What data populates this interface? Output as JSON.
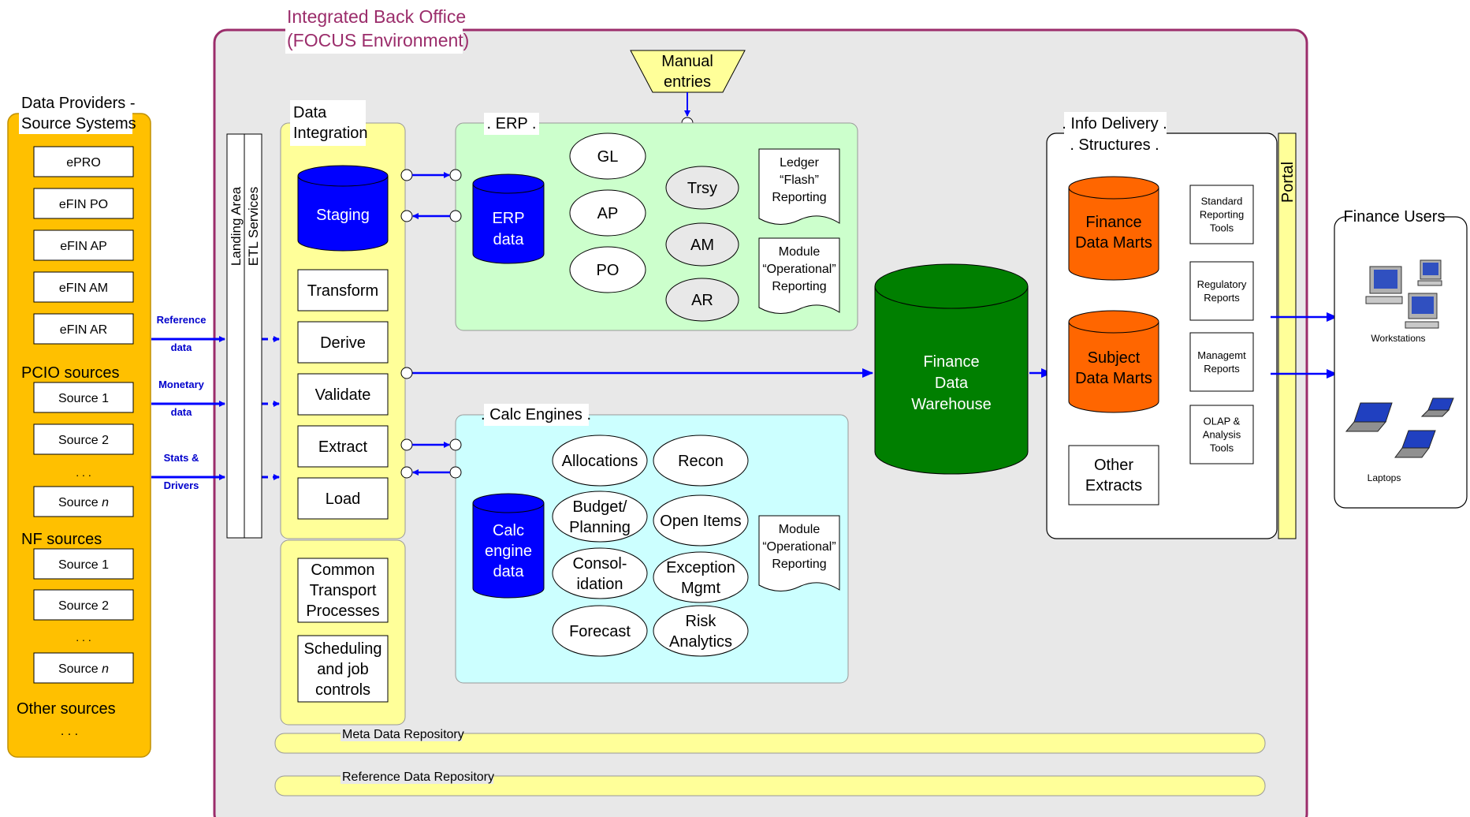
{
  "colors": {
    "frame": "#9b2d6b",
    "ibo_bg": "#e8e8e8",
    "providers_fill": "#ffc000",
    "providers_stroke": "#c09000",
    "light_yellow": "#ffff99",
    "erp_fill": "#ccffcc",
    "calc_fill": "#ccffff",
    "blue_db": "#0000ff",
    "orange_db": "#ff6600",
    "green_db": "#007f00",
    "arrow": "#0000ff",
    "link_blue": "#0000cc"
  },
  "ibo": {
    "title_line1": "Integrated Back Office",
    "title_line2": "(FOCUS Environment)"
  },
  "providers": {
    "title_line1": "Data Providers -",
    "title_line2": "Source Systems",
    "efin_items": [
      "ePRO",
      "eFIN PO",
      "eFIN AP",
      "eFIN AM",
      "eFIN AR"
    ],
    "pcio_label": "PCIO sources",
    "pcio_items": [
      {
        "text": "Source 1",
        "n": ""
      },
      {
        "text": "Source 2",
        "n": ""
      },
      {
        "text": "Source ",
        "n": "n"
      }
    ],
    "nf_label": "NF sources",
    "nf_items": [
      {
        "text": "Source 1",
        "n": ""
      },
      {
        "text": "Source 2",
        "n": ""
      },
      {
        "text": "Source ",
        "n": "n"
      }
    ],
    "ellipsis": ". . .",
    "other_label": "Other sources",
    "other_ellipsis": ". . ."
  },
  "feeds": [
    {
      "line1": "Reference",
      "line2": "data"
    },
    {
      "line1": "Monetary",
      "line2": "data"
    },
    {
      "line1": "Stats &",
      "line2": "Drivers"
    }
  ],
  "landing": {
    "col1": "Landing Area",
    "col2": "ETL Services"
  },
  "integration": {
    "title_line1": "Data",
    "title_line2": "Integration",
    "staging": "Staging",
    "steps": [
      "Transform",
      "Derive",
      "Validate",
      "Extract",
      "Load"
    ],
    "support_1": [
      "Common",
      "Transport",
      "Processes"
    ],
    "support_2": [
      "Scheduling",
      "and job",
      "controls"
    ]
  },
  "manual_entries": {
    "line1": "Manual",
    "line2": "entries"
  },
  "erp": {
    "title": ". ERP .",
    "db_line1": "ERP",
    "db_line2": "data",
    "modules_left": [
      "GL",
      "AP",
      "PO"
    ],
    "modules_right": [
      "Trsy",
      "AM",
      "AR"
    ],
    "doc1": [
      "Ledger",
      "“Flash”",
      "Reporting"
    ],
    "doc2": [
      "Module",
      "“Operational”",
      "Reporting"
    ]
  },
  "calc": {
    "title": ". Calc Engines .",
    "db_lines": [
      "Calc",
      "engine",
      "data"
    ],
    "left": [
      [
        "Allocations"
      ],
      [
        "Budget/",
        "Planning"
      ],
      [
        "Consol-",
        "idation"
      ],
      [
        "Forecast"
      ]
    ],
    "right": [
      [
        "Recon"
      ],
      [
        "Open Items"
      ],
      [
        "Exception",
        "Mgmt"
      ],
      [
        "Risk",
        "Analytics"
      ]
    ],
    "doc": [
      "Module",
      "“Operational”",
      "Reporting"
    ]
  },
  "warehouse": {
    "lines": [
      "Finance",
      "Data",
      "Warehouse"
    ]
  },
  "info_delivery": {
    "title_line1": ". Info Delivery .",
    "title_line2": ". Structures .",
    "mart1": [
      "Finance",
      "Data Marts"
    ],
    "mart2": [
      "Subject",
      "Data Marts"
    ],
    "other": [
      "Other",
      "Extracts"
    ],
    "tools": [
      [
        "Standard",
        "Reporting",
        "Tools"
      ],
      [
        "Regulatory",
        "Reports"
      ],
      [
        "Managemt",
        "Reports"
      ],
      [
        "OLAP &",
        "Analysis",
        "Tools"
      ]
    ],
    "portal": "Portal"
  },
  "users": {
    "title": "Finance Users",
    "workstations": "Workstations",
    "laptops": "Laptops"
  },
  "repositories": {
    "meta": "Meta Data Repository",
    "reference": "Reference Data Repository"
  }
}
